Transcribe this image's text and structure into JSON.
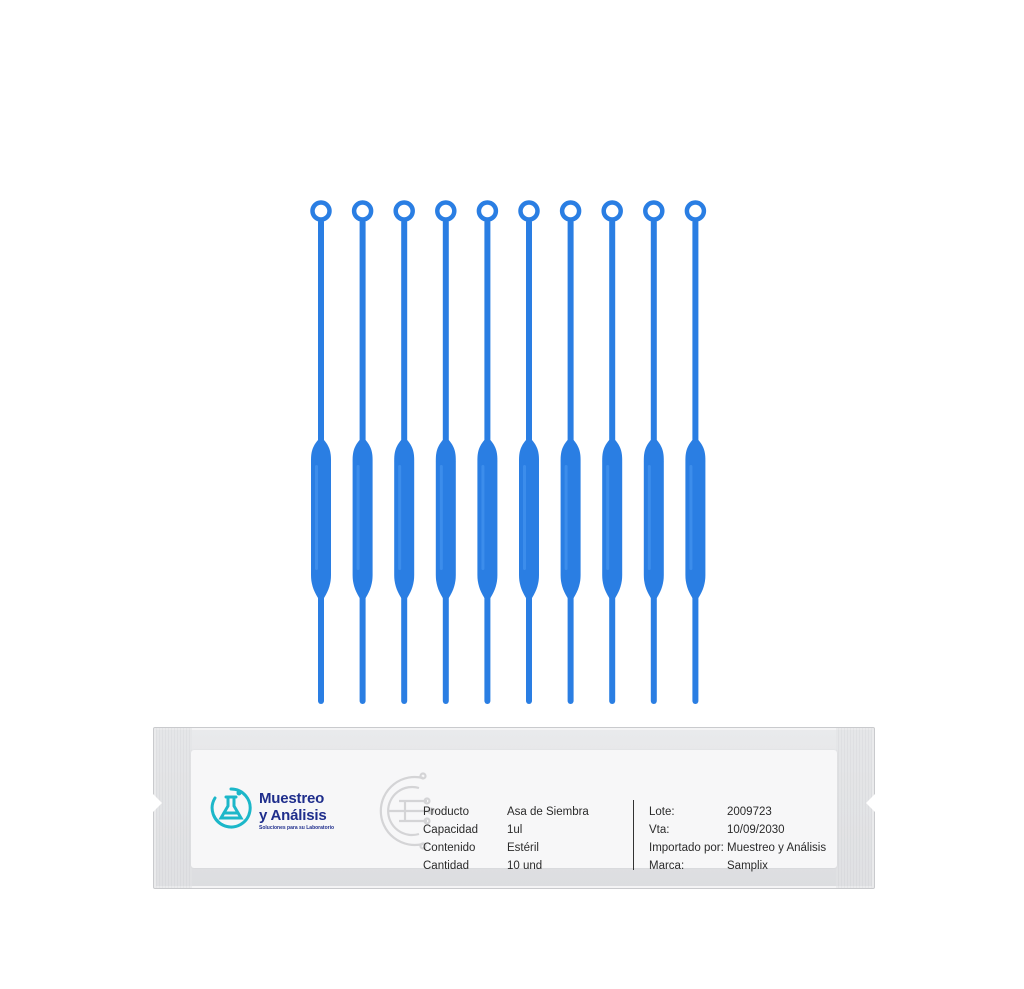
{
  "product_image": {
    "loop_count": 10,
    "loop_color": "#2a7ee3",
    "loop_highlight": "#4a97f0"
  },
  "package": {
    "brand": {
      "name_line1": "Muestreo",
      "name_line2": "y Análisis",
      "tagline": "Soluciones para su Laboratorio",
      "text_color": "#1f2e8c",
      "logo_color": "#1cb7c9",
      "logo_icon": "flask-logo-icon"
    },
    "watermark_icon": "circuit-watermark-icon",
    "specs_left": [
      {
        "key": "Producto",
        "value": "Asa de Siembra"
      },
      {
        "key": "Capacidad",
        "value": "1ul"
      },
      {
        "key": "Contenido",
        "value": "Estéril"
      },
      {
        "key": "Cantidad",
        "value": "10 und"
      }
    ],
    "specs_right": [
      {
        "key": "Lote:",
        "value": "2009723"
      },
      {
        "key": "Vta:",
        "value": "10/09/2030"
      },
      {
        "key": "Importado por:",
        "value": "Muestreo y Análisis"
      },
      {
        "key": "Marca:",
        "value": "Samplix"
      }
    ]
  }
}
